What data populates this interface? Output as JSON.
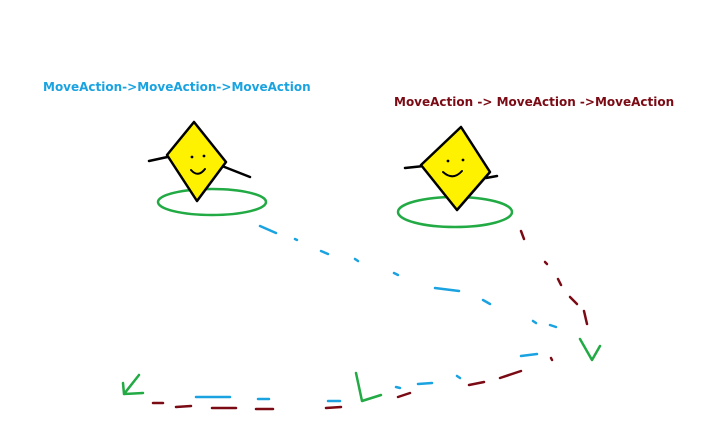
{
  "labels": {
    "blue_sequence": "MoveAction->MoveAction->MoveAction",
    "red_sequence": "MoveAction -> MoveAction ->MoveAction"
  },
  "characters": [
    {
      "name": "left-character",
      "path_color": "blue"
    },
    {
      "name": "right-character",
      "path_color": "red"
    }
  ],
  "colors": {
    "background": "#ffffff",
    "blue_path": "#1aa3e0",
    "red_path": "#7a0a14",
    "ground_ring": "#22aa44",
    "arrow": "#22aa44",
    "character_fill": "#fff200",
    "outline": "#000000"
  }
}
